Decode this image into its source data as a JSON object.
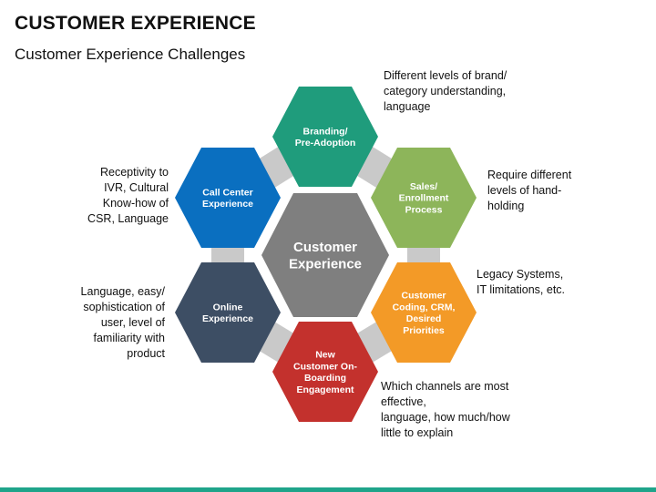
{
  "header": {
    "title": "CUSTOMER EXPERIENCE",
    "subtitle": "Customer Experience Challenges"
  },
  "diagram": {
    "center": {
      "label": "Customer\nExperience",
      "color": "#7f7f7f"
    },
    "connector_color": "#c9c9c9",
    "hexagons": [
      {
        "id": "branding",
        "label": "Branding/\nPre-Adoption",
        "color": "#1f9c7c"
      },
      {
        "id": "sales",
        "label": "Sales/\nEnrollment\nProcess",
        "color": "#8db55a"
      },
      {
        "id": "coding",
        "label": "Customer\nCoding, CRM,\nDesired\nPriorities",
        "color": "#f39a27"
      },
      {
        "id": "onboarding",
        "label": "New\nCustomer On-\nBoarding\nEngagement",
        "color": "#c3312d"
      },
      {
        "id": "online",
        "label": "Online\nExperience",
        "color": "#3d4e64"
      },
      {
        "id": "callcenter",
        "label": "Call Center\nExperience",
        "color": "#0a6fc0"
      }
    ]
  },
  "notes": {
    "branding": "Different levels of brand/\ncategory understanding,\nlanguage",
    "sales": "Require different\nlevels of hand-\nholding",
    "coding": "Legacy Systems,\nIT limitations, etc.",
    "onboarding": "Which channels are most\neffective,\nlanguage, how much/how\nlittle to explain",
    "online": "Language, easy/\nsophistication  of\nuser, level of\nfamiliarity with\nproduct",
    "callcenter": "Receptivity to\nIVR, Cultural\nKnow-how of\nCSR, Language"
  },
  "colors": {
    "accent_bar": "#1fa48a"
  }
}
